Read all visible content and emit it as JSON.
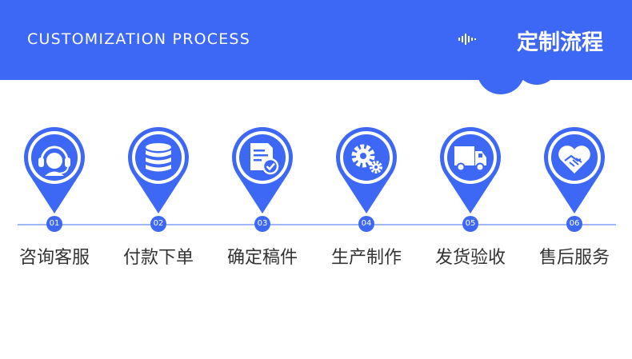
{
  "header": {
    "en_title": "CUSTOMIZATION PROCESS",
    "zh_title": "定制流程",
    "accent_color": "#3d68f5"
  },
  "steps": [
    {
      "num": "01",
      "label": "咨询客服",
      "icon": "headset-agent-icon"
    },
    {
      "num": "02",
      "label": "付款下单",
      "icon": "coin-stack-icon"
    },
    {
      "num": "03",
      "label": "确定稿件",
      "icon": "document-check-icon"
    },
    {
      "num": "04",
      "label": "生产制作",
      "icon": "gears-icon"
    },
    {
      "num": "05",
      "label": "发货验收",
      "icon": "delivery-truck-icon"
    },
    {
      "num": "06",
      "label": "售后服务",
      "icon": "handshake-heart-icon"
    }
  ]
}
